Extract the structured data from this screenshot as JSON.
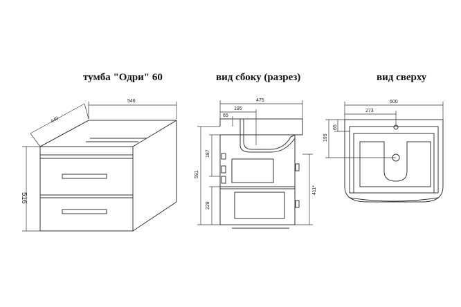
{
  "titles": {
    "front": "тумба \"Одри\" 60",
    "side": "вид сбоку (разрез)",
    "top": "вид сверху"
  },
  "dims": {
    "front": {
      "depth": "440",
      "width": "546",
      "height": "516"
    },
    "side": {
      "total": "475",
      "d195": "195",
      "d65": "65",
      "h187": "187",
      "h591": "591",
      "h229": "229",
      "h411": "411*"
    },
    "top": {
      "width": "600",
      "d273": "273",
      "d65": "65",
      "d195": "195"
    }
  }
}
